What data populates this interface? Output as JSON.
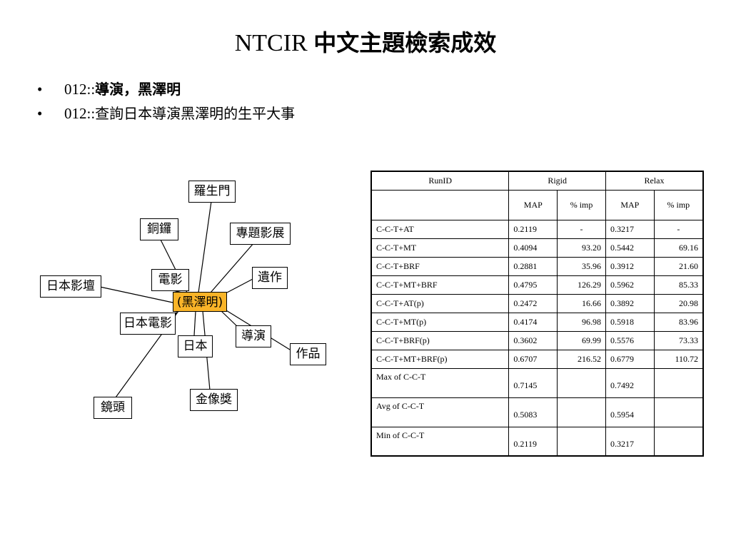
{
  "slide": {
    "title_latin": "NTCIR ",
    "title_cjk": "中文主題檢索成效"
  },
  "bullets": [
    {
      "prefix": "012::",
      "text": "導演，黑澤明"
    },
    {
      "prefix": "012::",
      "text": "查詢日本導演黑澤明的生平大事"
    }
  ],
  "concept_map": {
    "center": "(黑澤明)",
    "nodes": [
      "羅生門",
      "銅鑼",
      "專題影展",
      "電影",
      "遺作",
      "日本影壇",
      "日本電影",
      "導演",
      "日本",
      "作品",
      "金像獎",
      "鏡頭"
    ]
  },
  "table": {
    "header": {
      "runid": "RunID",
      "rigid": "Rigid",
      "relax": "Relax"
    },
    "subheader": {
      "map": "MAP",
      "imp": "% imp"
    },
    "rows": [
      {
        "run": "C-C-T+AT",
        "rigid_map": "0.2119",
        "rigid_imp": "-",
        "relax_map": "0.3217",
        "relax_imp": "-"
      },
      {
        "run": "C-C-T+MT",
        "rigid_map": "0.4094",
        "rigid_imp": "93.20",
        "relax_map": "0.5442",
        "relax_imp": "69.16"
      },
      {
        "run": "C-C-T+BRF",
        "rigid_map": "0.2881",
        "rigid_imp": "35.96",
        "relax_map": "0.3912",
        "relax_imp": "21.60"
      },
      {
        "run": "C-C-T+MT+BRF",
        "rigid_map": "0.4795",
        "rigid_imp": "126.29",
        "relax_map": "0.5962",
        "relax_imp": "85.33"
      },
      {
        "run": "C-C-T+AT(p)",
        "rigid_map": "0.2472",
        "rigid_imp": "16.66",
        "relax_map": "0.3892",
        "relax_imp": "20.98"
      },
      {
        "run": "C-C-T+MT(p)",
        "rigid_map": "0.4174",
        "rigid_imp": "96.98",
        "relax_map": "0.5918",
        "relax_imp": "83.96"
      },
      {
        "run": "C-C-T+BRF(p)",
        "rigid_map": "0.3602",
        "rigid_imp": "69.99",
        "relax_map": "0.5576",
        "relax_imp": "73.33"
      },
      {
        "run": "C-C-T+MT+BRF(p)",
        "rigid_map": "0.6707",
        "rigid_imp": "216.52",
        "relax_map": "0.6779",
        "relax_imp": "110.72"
      }
    ],
    "aggregates": [
      {
        "label": "Max of C-C-T",
        "rigid_map": "0.7145",
        "relax_map": "0.7492"
      },
      {
        "label": "Avg of C-C-T",
        "rigid_map": "0.5083",
        "relax_map": "0.5954"
      },
      {
        "label": "Min of C-C-T",
        "rigid_map": "0.2119",
        "relax_map": "0.3217"
      }
    ]
  },
  "colors": {
    "center_node": "#f9b428",
    "text": "#000000",
    "background": "#ffffff"
  }
}
